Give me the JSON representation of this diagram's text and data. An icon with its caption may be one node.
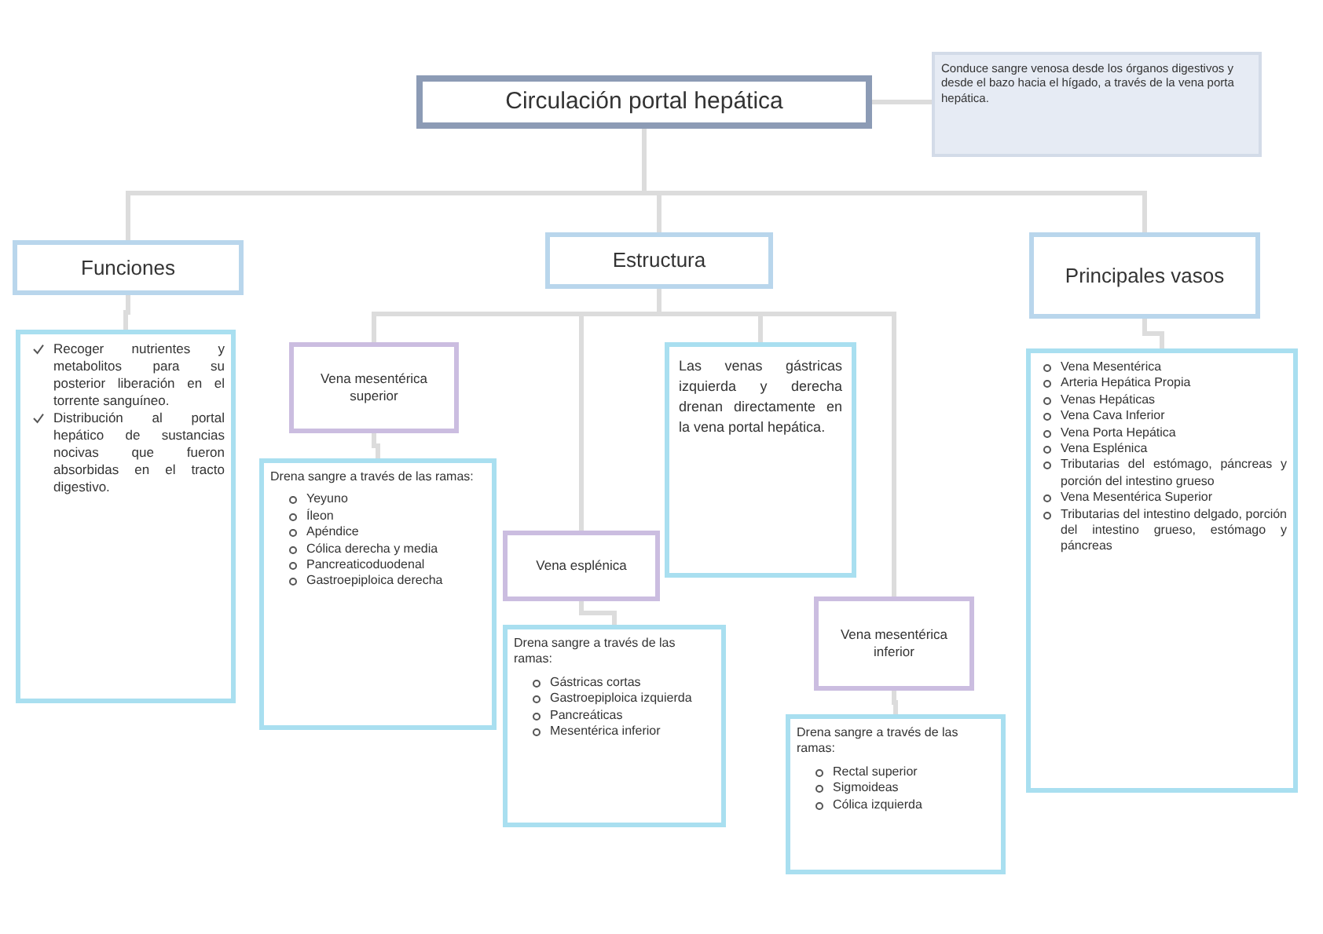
{
  "diagram": {
    "nodes": [
      {
        "text": [
          "Circulación portal hepática"
        ]
      },
      {
        "text": [
          "Conduce sangre venosa desde los órganos digestivos y desde el bazo hacia el hígado, a través de la vena porta hepática."
        ]
      },
      {
        "text": [
          "Funciones"
        ]
      },
      {
        "text": [
          "Recoger nutrientes y metabolitos para su posterior liberación en el torrente sanguíneo.",
          "Distribución al portal hepático de sustancias nocivas que fueron absorbidas en el tracto digestivo."
        ]
      },
      {
        "text": [
          "Estructura"
        ]
      },
      {
        "text": [
          "Vena mesentérica superior"
        ]
      },
      {
        "text": [
          "Drena sangre a través de las ramas:",
          "Yeyuno",
          "Íleon",
          "Apéndice",
          "Cólica derecha y media",
          "Pancreaticoduodenal",
          "Gastroepiploica derecha"
        ]
      },
      {
        "text": [
          "Vena esplénica"
        ]
      },
      {
        "text": [
          "Drena sangre a través de las ramas:",
          "Gástricas cortas",
          "Gastroepiploica izquierda",
          "Pancreáticas",
          "Mesentérica inferior"
        ]
      },
      {
        "text": [
          "Las venas gástricas izquierda y derecha drenan directamente en la vena portal hepática."
        ]
      },
      {
        "text": [
          "Vena mesentérica inferior"
        ]
      },
      {
        "text": [
          "Drena sangre a través de las ramas:",
          "Rectal superior",
          "Sigmoideas",
          "Cólica izquierda"
        ]
      },
      {
        "text": [
          "Principales vasos"
        ]
      },
      {
        "text": [
          "Vena Mesentérica",
          "Arteria Hepática Propia",
          "Venas Hepáticas",
          "Vena Cava Inferior",
          "Vena Porta Hepática",
          "Vena Esplénica",
          "Tributarias del estómago, páncreas y porción del intestino grueso",
          "Vena Mesentérica Superior",
          "Tributarias del intestino delgado, porción del intestino grueso, estómago y páncreas"
        ]
      }
    ],
    "edges": [
      {
        "from": 0,
        "to": 1,
        "arrow": "none"
      },
      {
        "from": 0,
        "to": 2,
        "arrow": "none"
      },
      {
        "from": 0,
        "to": 4,
        "arrow": "none"
      },
      {
        "from": 0,
        "to": 12,
        "arrow": "none"
      },
      {
        "from": 2,
        "to": 3,
        "arrow": "none"
      },
      {
        "from": 4,
        "to": 5,
        "arrow": "none"
      },
      {
        "from": 4,
        "to": 7,
        "arrow": "none"
      },
      {
        "from": 4,
        "to": 9,
        "arrow": "none"
      },
      {
        "from": 4,
        "to": 10,
        "arrow": "none"
      },
      {
        "from": 5,
        "to": 6,
        "arrow": "none"
      },
      {
        "from": 7,
        "to": 8,
        "arrow": "none"
      },
      {
        "from": 10,
        "to": 11,
        "arrow": "none"
      },
      {
        "from": 12,
        "to": 13,
        "arrow": "none"
      }
    ]
  }
}
